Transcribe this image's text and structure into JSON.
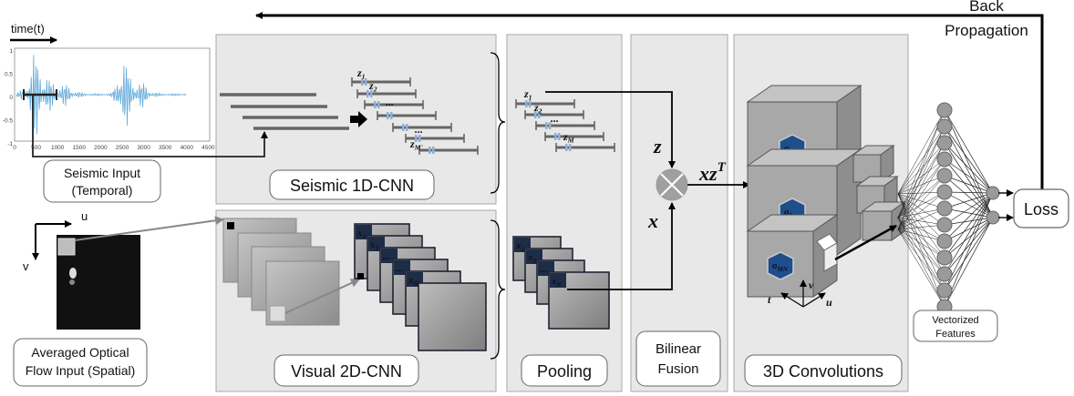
{
  "modules": {
    "seismic_cnn": "Seismic 1D-CNN",
    "visual_cnn": "Visual 2D-CNN",
    "pooling": "Pooling",
    "bilinear_line1": "Bilinear",
    "bilinear_line2": "Fusion",
    "conv3d": "3D Convolutions"
  },
  "inputs": {
    "time_axis": "time(t)",
    "seismic_line1": "Seismic Input",
    "seismic_line2": "(Temporal)",
    "optical_line1": "Averaged Optical",
    "optical_line2": "Flow Input (Spatial)",
    "axis_u": "u",
    "axis_v": "v"
  },
  "waveform_plot": {
    "y_ticks": [
      "1",
      "0.5",
      "0",
      "-0.5",
      "-1"
    ],
    "x_ticks": [
      "0",
      "500",
      "1000",
      "1500",
      "2000",
      "2500",
      "3000",
      "3500",
      "4000",
      "4500"
    ]
  },
  "symbols": {
    "z": "z",
    "x": "x",
    "xzT": "xz",
    "xzT_sup": "T",
    "seismic_features": [
      "z1",
      "z2",
      "...",
      "...",
      "zM'"
    ],
    "pool_z": [
      "z1",
      "z2",
      "...",
      "zM"
    ],
    "visual_features": [
      "x1",
      "x2",
      "...",
      "...",
      "xN'"
    ],
    "pool_x": [
      "x1",
      "x2",
      "...",
      "xN"
    ],
    "cube_labels": [
      "o1",
      "o2",
      "oMN"
    ],
    "axes3d": [
      "t",
      "v",
      "u"
    ]
  },
  "back_prop_line1": "Back",
  "back_prop_line2": "Propagation",
  "vectorized_line1": "Vectorized",
  "vectorized_line2": "Features",
  "loss": "Loss",
  "colors": {
    "panel": "#e8e8e8",
    "panel_border": "#a8a8a8",
    "feature_bar": "#666666",
    "feature_mark": "#8fb0d8",
    "waveform": "#5fa8d8",
    "cube_face": "#a8a8a8",
    "cube_label_bg": "#1f4e8c"
  }
}
